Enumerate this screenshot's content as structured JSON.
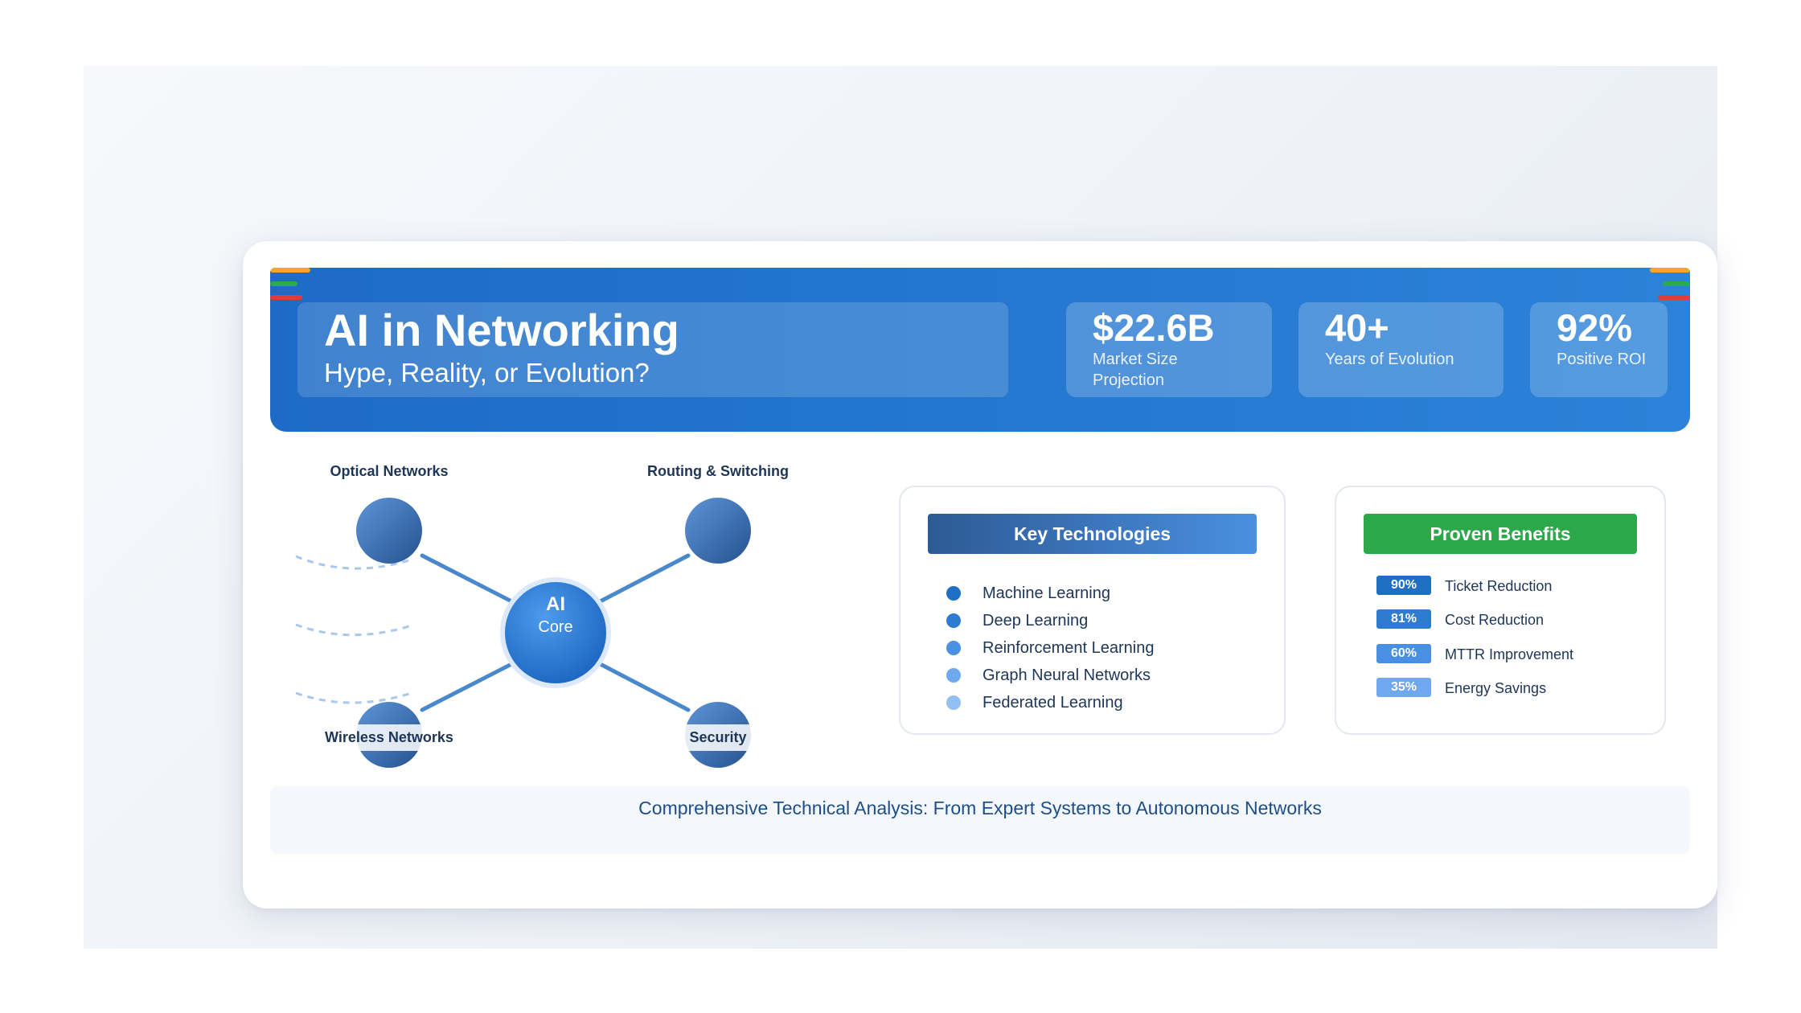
{
  "header": {
    "title": "AI in Networking",
    "subtitle": "Hype, Reality, or Evolution?",
    "accent_colors": [
      "#f5a623",
      "#2da94f",
      "#e53a3a"
    ],
    "stats": [
      {
        "value": "$22.6B",
        "label": "Market Size Projection"
      },
      {
        "value": "40+",
        "label": "Years of Evolution"
      },
      {
        "value": "92%",
        "label": "Positive ROI"
      }
    ]
  },
  "diagram": {
    "core": {
      "line1": "AI",
      "line2": "Core"
    },
    "nodes": [
      "Optical Networks",
      "Routing & Switching",
      "Wireless Networks",
      "Security"
    ]
  },
  "technologies": {
    "title": "Key Technologies",
    "items": [
      {
        "label": "Machine Learning",
        "color": "#1f6fc5"
      },
      {
        "label": "Deep Learning",
        "color": "#2d7cd2"
      },
      {
        "label": "Reinforcement Learning",
        "color": "#4a90e2"
      },
      {
        "label": "Graph Neural Networks",
        "color": "#6fa8ee"
      },
      {
        "label": "Federated Learning",
        "color": "#93bff3"
      }
    ]
  },
  "benefits": {
    "title": "Proven Benefits",
    "header_color": "#2aa84a",
    "items": [
      {
        "value": "90%",
        "percent": 90,
        "label": "Ticket Reduction",
        "color": "#1f6fc5"
      },
      {
        "value": "81%",
        "percent": 81,
        "label": "Cost Reduction",
        "color": "#2d7cd2"
      },
      {
        "value": "60%",
        "percent": 60,
        "label": "MTTR Improvement",
        "color": "#4a90e2"
      },
      {
        "value": "35%",
        "percent": 35,
        "label": "Energy Savings",
        "color": "#6fa8ee"
      }
    ]
  },
  "footer": {
    "text": "Comprehensive Technical Analysis: From Expert Systems to Autonomous Networks"
  }
}
